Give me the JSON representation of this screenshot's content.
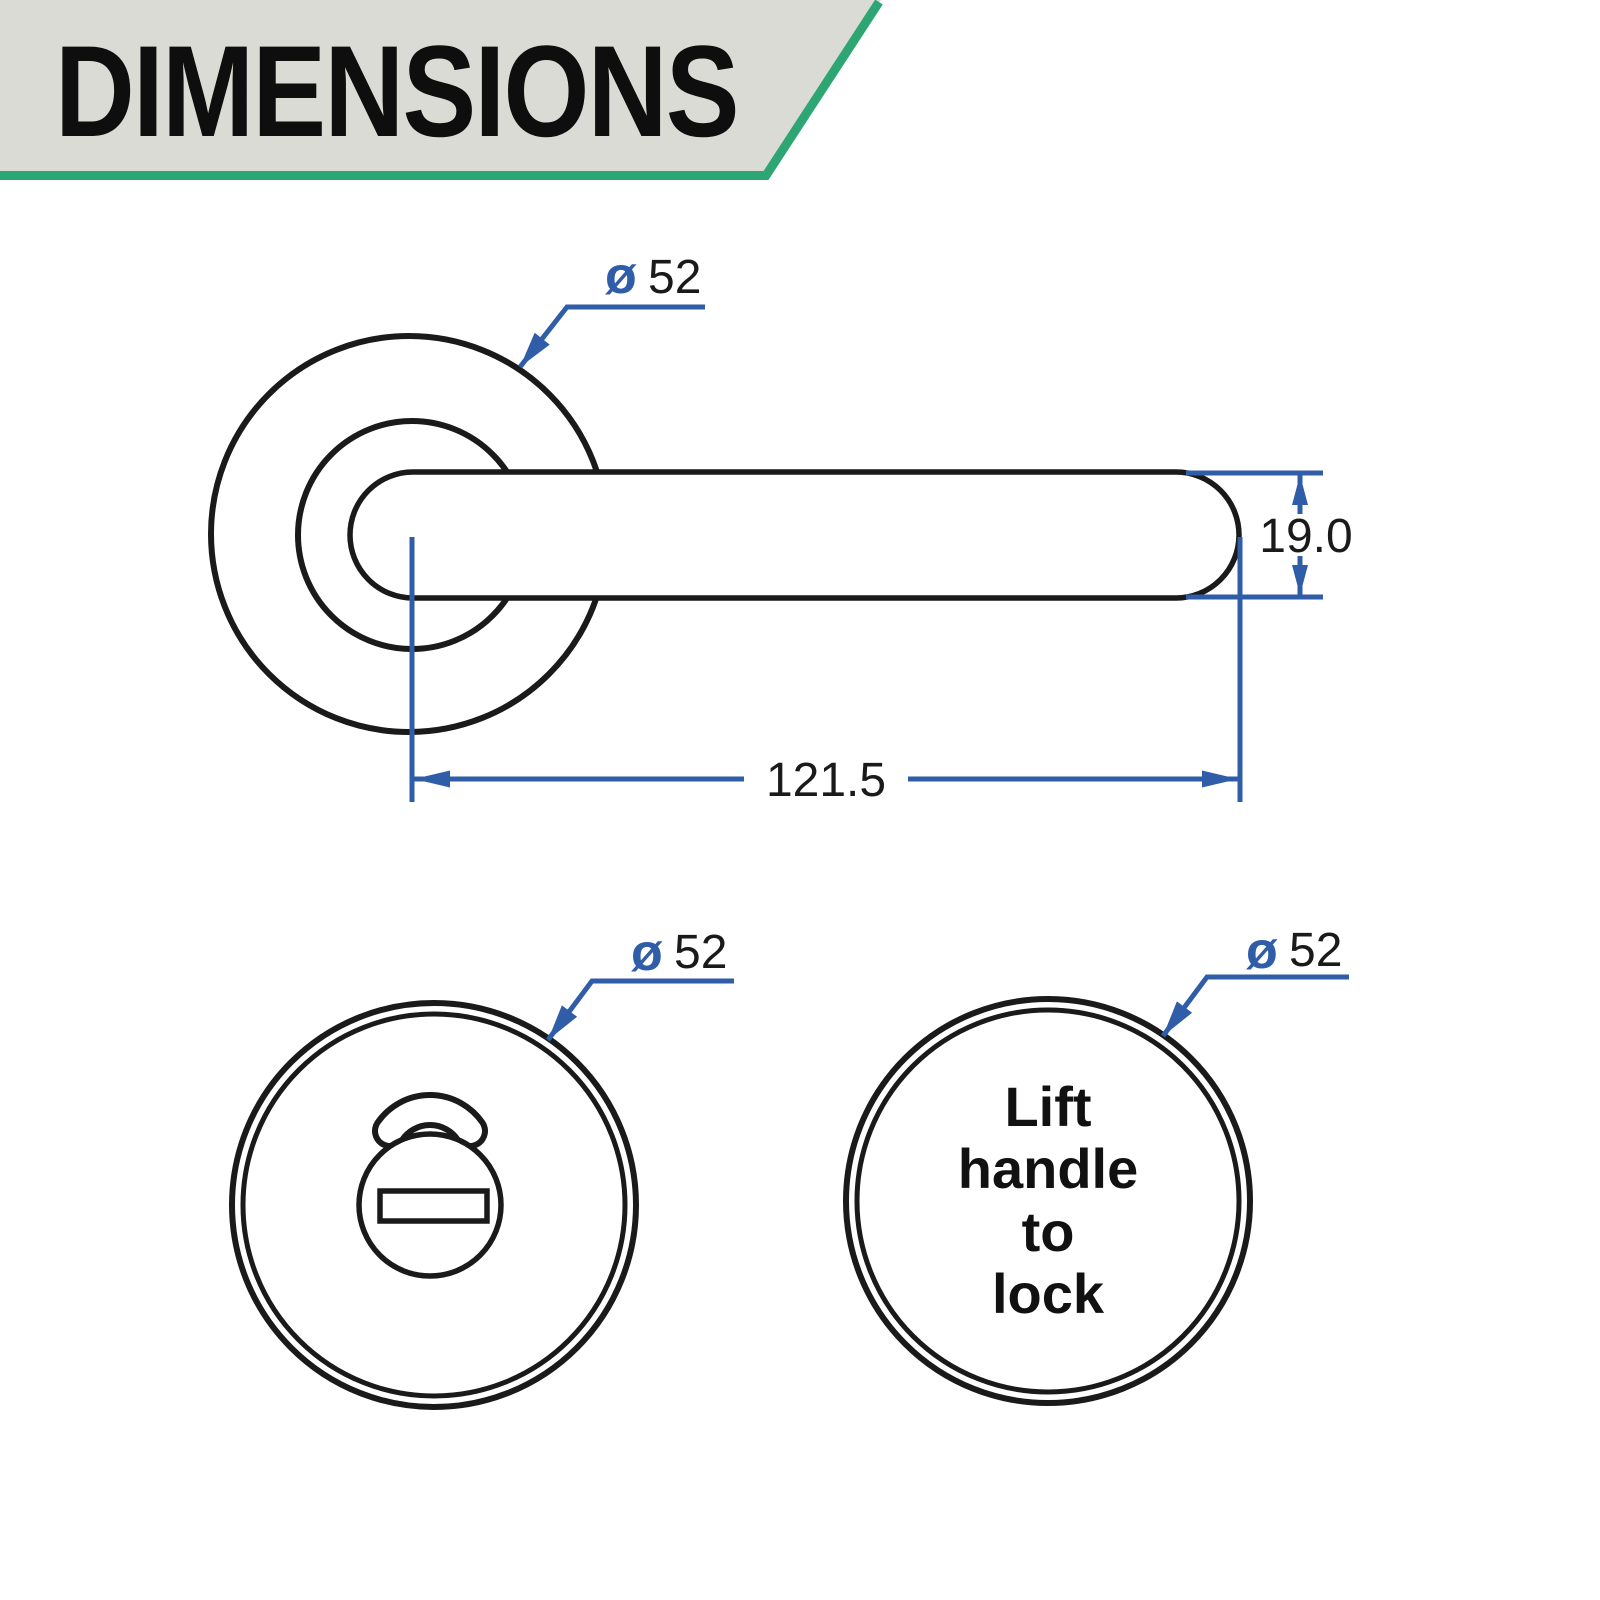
{
  "header": {
    "title": "DIMENSIONS"
  },
  "colors": {
    "banner_background": "#dbdbd5",
    "banner_accent_green": "#2da673",
    "drawing_line_black": "#1a1a1a",
    "dimension_blue": "#2f5da8",
    "page_background": "#ffffff",
    "title_text": "#0e0e0e"
  },
  "lever_view": {
    "diameter": {
      "symbol": "ø",
      "value": "52"
    },
    "thickness": "19.0",
    "length": "121.5"
  },
  "thumbturn_view": {
    "diameter": {
      "symbol": "ø",
      "value": "52"
    }
  },
  "plate_view": {
    "diameter": {
      "symbol": "ø",
      "value": "52"
    },
    "lines": [
      "Lift",
      "handle",
      "to",
      "lock"
    ]
  }
}
